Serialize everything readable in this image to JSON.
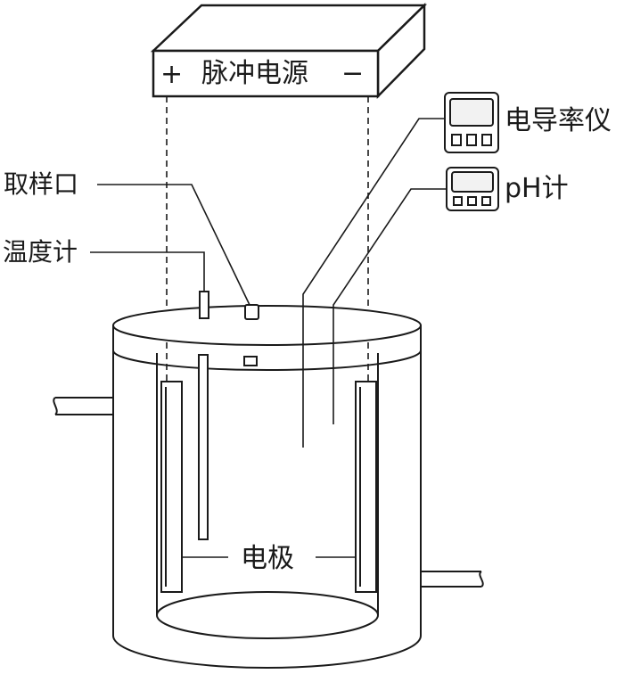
{
  "power_supply": {
    "label": "脉冲电源",
    "plus": "+",
    "minus": "−"
  },
  "labels": {
    "sampling_port": "取样口",
    "thermometer": "温度计",
    "conductivity_meter": "电导率仪",
    "ph_meter": "pH计",
    "electrode": "电极"
  },
  "colors": {
    "line": "#1a1a1a",
    "fill": "#ffffff",
    "meter_display": "#f2f2f2"
  }
}
